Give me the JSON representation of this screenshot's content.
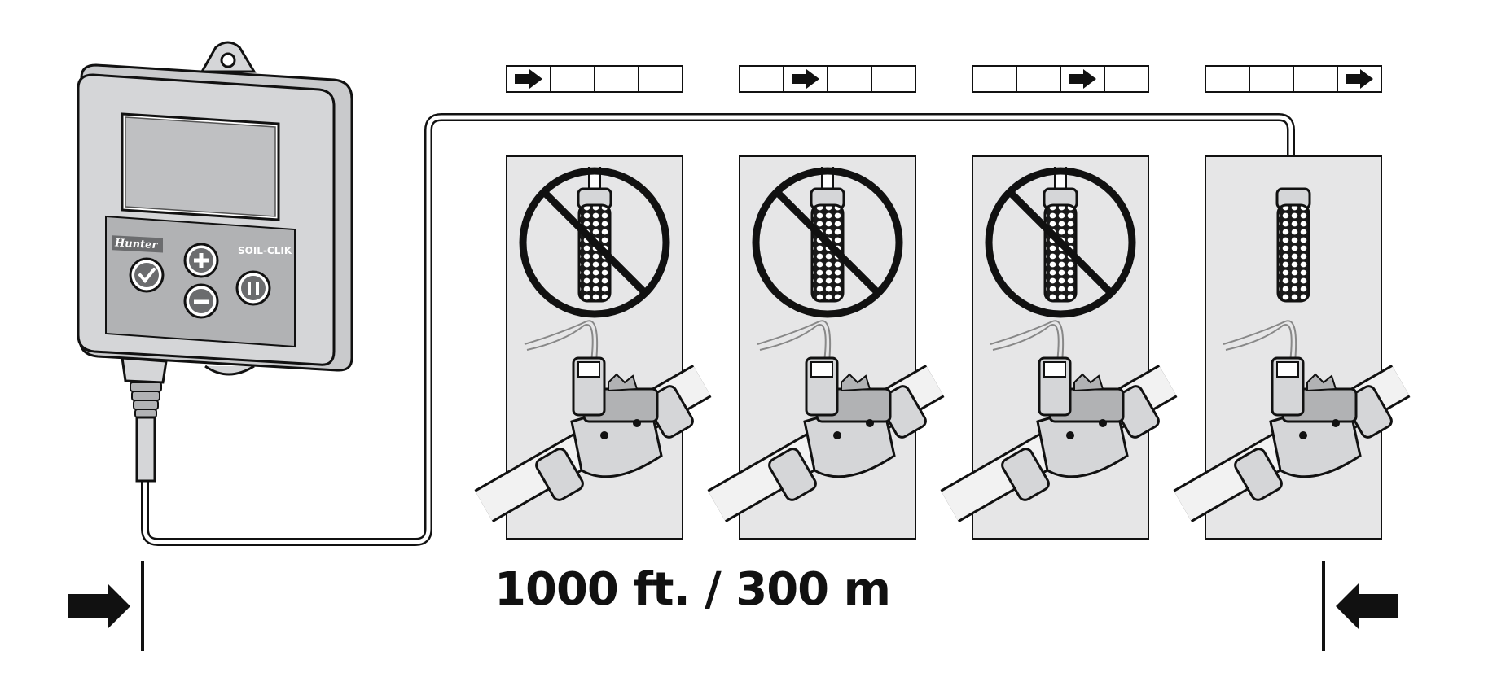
{
  "controller": {
    "brand": "Hunter",
    "model": "SOIL-CLIK",
    "buttons": [
      "check-button",
      "plus-button",
      "minus-button",
      "pause-button"
    ]
  },
  "zones": [
    {
      "active_step": 1,
      "steps": 4,
      "sensor_state": "prohibited"
    },
    {
      "active_step": 2,
      "steps": 4,
      "sensor_state": "prohibited"
    },
    {
      "active_step": 3,
      "steps": 4,
      "sensor_state": "prohibited"
    },
    {
      "active_step": 4,
      "steps": 4,
      "sensor_state": "allowed"
    }
  ],
  "distance_label": "1000 ft. / 300 m",
  "colors": {
    "panel": "#e6e6e7",
    "device_body": "#d5d6d8",
    "keypad": "#b1b2b4",
    "button": "#6b6c6e",
    "outline": "#111111"
  }
}
